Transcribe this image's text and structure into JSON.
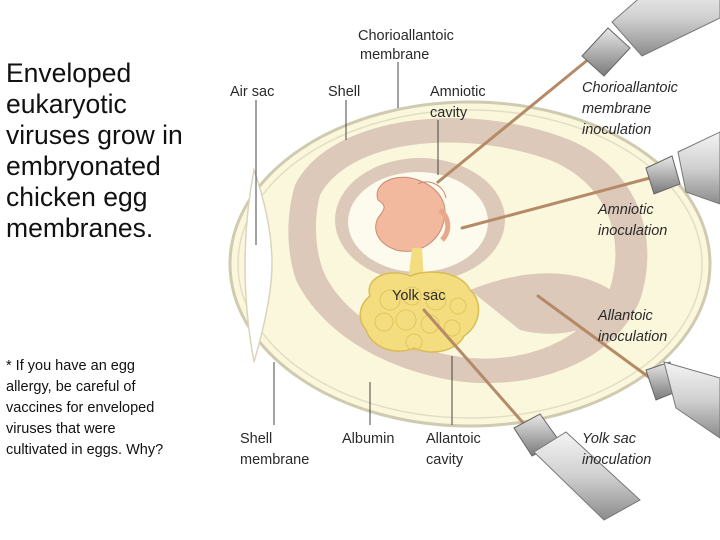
{
  "title": {
    "lines": [
      "Enveloped",
      "eukaryotic",
      "viruses grow in",
      "embryonated",
      "chicken egg",
      "membranes."
    ]
  },
  "note": {
    "lines": [
      "* If you have an egg",
      "allergy, be careful of",
      "vaccines for enveloped",
      "viruses that were",
      "cultivated in eggs. Why?"
    ]
  },
  "labels": {
    "chorioallantoic_membrane": [
      "Chorioallantoic",
      "membrane"
    ],
    "air_sac": "Air sac",
    "shell": "Shell",
    "amniotic_cavity": [
      "Amniotic",
      "cavity"
    ],
    "yolk_sac": "Yolk sac",
    "shell_membrane": [
      "Shell",
      "membrane"
    ],
    "albumin": "Albumin",
    "allantoic_cavity": [
      "Allantoic",
      "cavity"
    ]
  },
  "inoculations": {
    "chorioallantoic": [
      "Chorioallantoic",
      "membrane",
      "inoculation"
    ],
    "amniotic": [
      "Amniotic",
      "inoculation"
    ],
    "allantoic": [
      "Allantoic",
      "inoculation"
    ],
    "yolk_sac": [
      "Yolk sac",
      "inoculation"
    ]
  },
  "colors": {
    "shell_fill": "#fbf7dc",
    "membrane": "#d8c3b2",
    "embryo": "#f2b99e",
    "yolk": "#f3dd7e",
    "needle": "#b58a66"
  }
}
